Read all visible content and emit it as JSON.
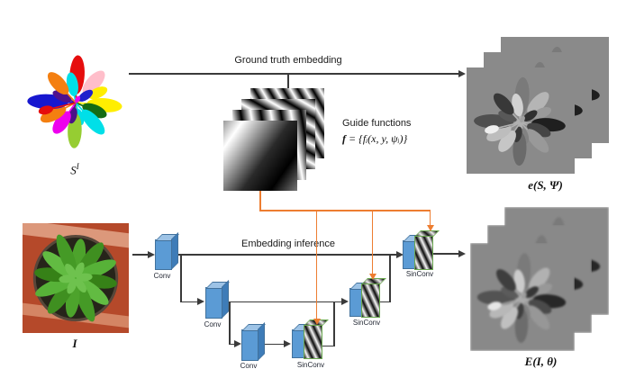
{
  "labels": {
    "ground_truth_embedding": "Ground truth embedding",
    "embedding_inference": "Embedding inference",
    "guide_functions_title": "Guide functions",
    "guide_formula_lead": "f",
    "guide_formula_rest": " = {fᵢ(x, y, ψᵢ)}",
    "input_segmentation_base": "S",
    "input_segmentation_sup": "I",
    "input_image": "I",
    "gt_embedding_output": "e(S, Ψ)",
    "inferred_embedding_output": "E(I, θ)"
  },
  "network": {
    "blocks": [
      {
        "label": "Conv"
      },
      {
        "label": "Conv"
      },
      {
        "label": "Conv"
      },
      {
        "label": "SinConv"
      },
      {
        "label": "SinConv"
      },
      {
        "label": "SinConv"
      }
    ]
  },
  "colors": {
    "accent_orange": "#ED7D31",
    "line_black": "#3a3a3a",
    "conv_front": "#5b9bd5",
    "conv_top": "#9dc3e6",
    "conv_side": "#3e7cb8",
    "conv_border": "#41719c",
    "sinconv_green": "#6aa84f",
    "embedding_bg": "#8a8a8a",
    "photo_tray": "#b5492a",
    "photo_streak": "#e0a184",
    "photo_soil": "#26241a"
  },
  "flower": {
    "petals": [
      {
        "a": 3,
        "d": 30,
        "l": 42,
        "w": 16,
        "c": "#e60d0d",
        "g": "#7a7a7a"
      },
      {
        "a": 350,
        "d": 20,
        "l": 26,
        "w": 12,
        "c": "#00dfe8",
        "g": "#d2d2d2"
      },
      {
        "a": 42,
        "d": 29,
        "l": 32,
        "w": 15,
        "c": "#ffbeca",
        "g": "#b5b5b5"
      },
      {
        "a": 66,
        "d": 26,
        "l": 22,
        "w": 11,
        "c": "#ffee00",
        "g": "#9a9a9a"
      },
      {
        "a": 55,
        "d": 13,
        "l": 18,
        "w": 9,
        "c": "#2121cc",
        "g": "#303030"
      },
      {
        "a": 95,
        "d": 31,
        "l": 38,
        "w": 15,
        "c": "#ffee00",
        "g": "#1f1f1f"
      },
      {
        "a": 113,
        "d": 22,
        "l": 28,
        "w": 13,
        "c": "#156b15",
        "g": "#454545"
      },
      {
        "a": 138,
        "d": 28,
        "l": 34,
        "w": 14,
        "c": "#00dfe8",
        "g": "#999999"
      },
      {
        "a": 165,
        "d": 16,
        "l": 18,
        "w": 9,
        "c": "#00dfe8",
        "g": "#828282"
      },
      {
        "a": 182,
        "d": 30,
        "l": 38,
        "w": 15,
        "c": "#96cd32",
        "g": "#6a6a6a"
      },
      {
        "a": 193,
        "d": 14,
        "l": 18,
        "w": 9,
        "c": "#4b1187",
        "g": "#3a3a3a"
      },
      {
        "a": 215,
        "d": 26,
        "l": 28,
        "w": 14,
        "c": "#ee00ee",
        "g": "#c6c6c6"
      },
      {
        "a": 243,
        "d": 27,
        "l": 30,
        "w": 14,
        "c": "#f47f10",
        "g": "#bdbdbd"
      },
      {
        "a": 272,
        "d": 30,
        "l": 44,
        "w": 16,
        "c": "#1717cf",
        "g": "#4f4f4f"
      },
      {
        "a": 256,
        "d": 33,
        "l": 16,
        "w": 9,
        "c": "#e60d0d",
        "g": "#efefef"
      },
      {
        "a": 295,
        "d": 16,
        "l": 22,
        "w": 10,
        "c": "#50128d",
        "g": "#585858"
      },
      {
        "a": 318,
        "d": 28,
        "l": 30,
        "w": 14,
        "c": "#f47f10",
        "g": "#383838"
      },
      {
        "a": 30,
        "d": 4,
        "l": 8,
        "w": 5,
        "c": "#ee00ee",
        "g": "#a0a0a0"
      }
    ]
  },
  "photo": {
    "leaf_colors": [
      "#4da32c",
      "#3f8f20",
      "#57b238",
      "#368117",
      "#62bb42",
      "#459a26"
    ],
    "inner_leaf_color": "#6ec24e"
  }
}
